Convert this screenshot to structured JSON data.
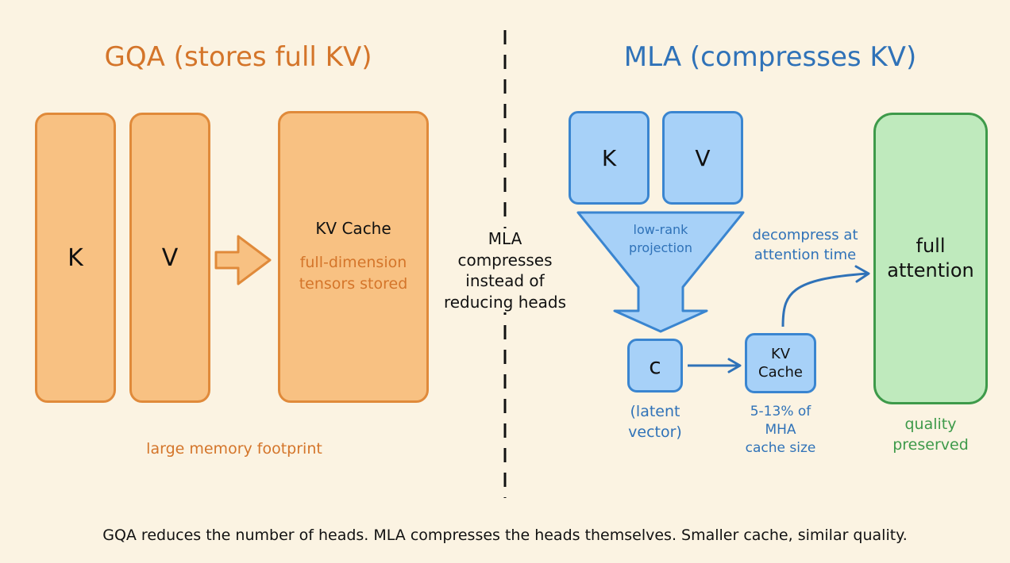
{
  "gqa": {
    "title": "GQA (stores full KV)",
    "k_label": "K",
    "v_label": "V",
    "cache_title": "KV Cache",
    "cache_desc_line1": "full-dimension",
    "cache_desc_line2": "tensors stored",
    "footnote": "large memory footprint"
  },
  "middle": {
    "line1": "MLA",
    "line2": "compresses",
    "line3": "instead of",
    "line4": "reducing heads"
  },
  "mla": {
    "title": "MLA (compresses KV)",
    "k_label": "K",
    "v_label": "V",
    "funnel_line1": "low-rank",
    "funnel_line2": "projection",
    "c_label": "c",
    "latent_line1": "(latent",
    "latent_line2": "vector)",
    "cache_line1": "KV",
    "cache_line2": "Cache",
    "cache_note_line1": "5-13% of",
    "cache_note_line2": "MHA",
    "cache_note_line3": "cache size",
    "decompress_line1": "decompress at",
    "decompress_line2": "attention time",
    "attention_line1": "full",
    "attention_line2": "attention",
    "quality_line1": "quality",
    "quality_line2": "preserved"
  },
  "caption": "GQA reduces the number of heads. MLA compresses the heads themselves. Smaller cache, similar quality.",
  "colors": {
    "background": "#fbf3e2",
    "gqa_orange": "#d4752a",
    "mla_blue": "#2f72b8",
    "quality_green": "#3e9a4a"
  }
}
